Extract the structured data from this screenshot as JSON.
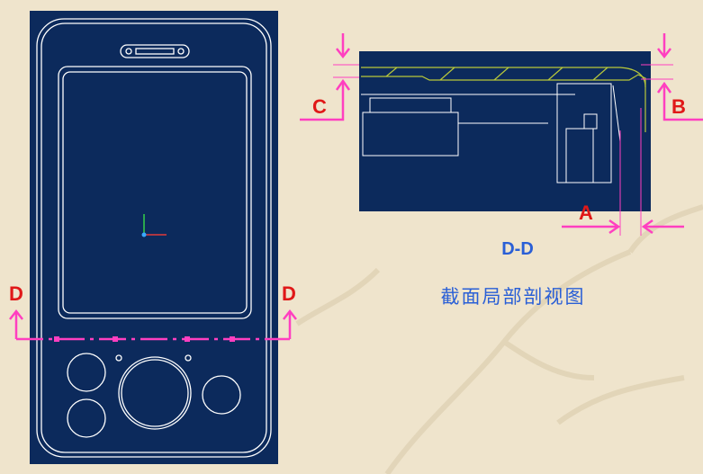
{
  "section": {
    "title": "D-D",
    "caption": "截面局部剖视图"
  },
  "labels": {
    "cut_left": "D",
    "cut_right": "D",
    "dim_a": "A",
    "dim_b": "B",
    "dim_c": "C"
  },
  "colors": {
    "panel": "#0c2a5c",
    "outline": "#ffffff",
    "annotation": "#ff3fc0",
    "label_red": "#e01818",
    "label_blue": "#2a5fd6",
    "section_hatch": "#b8c83a"
  }
}
